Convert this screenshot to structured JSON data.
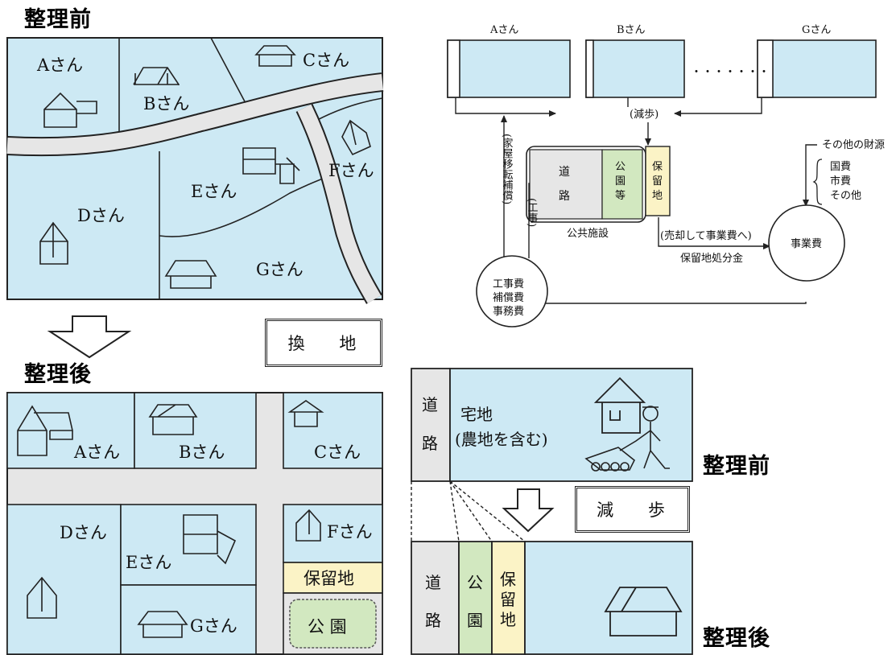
{
  "headings": {
    "before_left": "整理前",
    "after_left": "整理後",
    "before_right": "整理前",
    "after_right": "整理後"
  },
  "tags": {
    "kanchi": "換 地",
    "genbu": "減 歩"
  },
  "before_map": {
    "owners": [
      "Aさん",
      "Bさん",
      "Cさん",
      "Dさん",
      "Eさん",
      "Fさん",
      "Gさん"
    ]
  },
  "after_map": {
    "owners": [
      "Aさん",
      "Bさん",
      "Cさん",
      "Dさん",
      "Eさん",
      "Fさん",
      "Gさん"
    ],
    "reserved": "保留地",
    "park": "公 園"
  },
  "flow": {
    "owners": [
      "Aさん",
      "Bさん",
      "Gさん"
    ],
    "dots": "・・・・・・・",
    "genbu": "(減歩)",
    "road_1": "道",
    "road_2": "路",
    "park_1": "公",
    "park_2": "園",
    "park_3": "等",
    "reserve_1": "保",
    "reserve_2": "留",
    "reserve_3": "地",
    "public_facilities": "公共施設",
    "relocation": "(家屋移転補償)",
    "construction": "(工事)",
    "sale": "(売却して事業費へ)",
    "disposal": "保留地処分金",
    "costs_1": "工事費",
    "costs_2": "補償費",
    "costs_3": "事務費",
    "project_cost": "事業費",
    "other_sources": "その他の財源",
    "source_1": "国費",
    "source_2": "市費",
    "source_3": "その他"
  },
  "genbu_diagram": {
    "road_1": "道",
    "road_2": "路",
    "residential_1": "宅地",
    "residential_2": "(農地を含む)",
    "road_after_1": "道",
    "road_after_2": "路",
    "park_1": "公",
    "park_2": "園",
    "reserve_1": "保",
    "reserve_2": "留",
    "reserve_3": "地"
  },
  "colors": {
    "lot": "#cde9f4",
    "road": "#e6e6e6",
    "park": "#d2e8c0",
    "reserve": "#fbf3c6",
    "line": "#222222"
  }
}
